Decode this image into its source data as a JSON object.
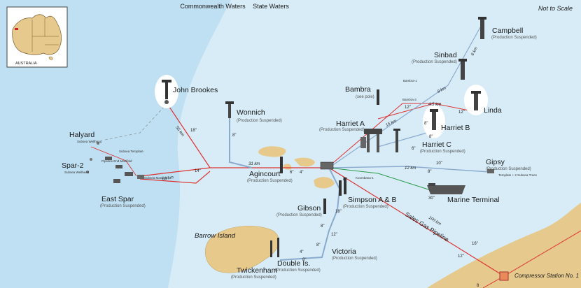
{
  "header": {
    "commonwealth": "Commonwealth Waters",
    "state": "State Waters",
    "scale_note": "Not to Scale"
  },
  "inset": {
    "country": "AUSTRALIA"
  },
  "islands": {
    "barrow": "Barrow Island"
  },
  "facilities": {
    "john_brookes": "John Brookes",
    "wonnich": "Wonnich",
    "halyard": "Halyard",
    "spar2": "Spar-2",
    "east_spar": "East Spar",
    "agincourt": "Agincourt",
    "harriet_a": "Harriet A",
    "harriet_b": "Harriet B",
    "harriet_c": "Harriet C",
    "bambra": "Bambra",
    "sinbad": "Sinbad",
    "campbell": "Campbell",
    "linda": "Linda",
    "gipsy": "Gipsy",
    "marine_terminal": "Marine Terminal",
    "gibson": "Gibson",
    "simpson": "Simpson A & B",
    "victoria": "Victoria",
    "double_is": "Double Is.",
    "twickenham": "Twickenham",
    "compressor": "Compressor Station No. 1"
  },
  "subtext": {
    "production_suspended": "(Production Suspended)",
    "see_pole": "(see pole)",
    "subsea_wellhead": "Subsea Wellhead",
    "halyard_wellhead": "Subsea Wellhead",
    "template": "Template + 2 Subsea Trees"
  },
  "small_labels": {
    "bambra1": "Bambra-1",
    "bambra3": "Bambra-3",
    "koombana": "Koombana-1",
    "pipeline_end": "Pipeline End Manifold",
    "subsea_manifold": "Subsea Manifold",
    "spar_template": "Subsea Template"
  },
  "pipeline": {
    "sales_gas": "Sales Gas Pipeline"
  },
  "distances": {
    "jb_55km": "55 km",
    "jb_18": "18\"",
    "es_63km": "63 km",
    "es_14": "14\"",
    "w_8": "8\"",
    "w_31km": "31 km",
    "ag_6": "6\"",
    "ag_4": "4\"",
    "camp_6km": "6 km",
    "sin_8km": "8 km",
    "linda_45km": "4.5 km",
    "linda_12": "12\"",
    "hb_8": "8\"",
    "hb_15km": "15 km",
    "bam_12": "12\"",
    "hc_6": "6\"",
    "hc_8": "8\"",
    "g_12km": "12 km",
    "g_8": "8\"",
    "g_10": "10\"",
    "mt_30": "30\"",
    "sim_8": "8\"",
    "sim_18": "18\"",
    "gib_8": "8\"",
    "vic_12": "12\"",
    "vic_8": "8\"",
    "di_4": "4\"",
    "di_8": "8\"",
    "sg_100km": "100 km",
    "sg_16": "16\"",
    "sg_12": "12\"",
    "comp_8": "8"
  }
}
